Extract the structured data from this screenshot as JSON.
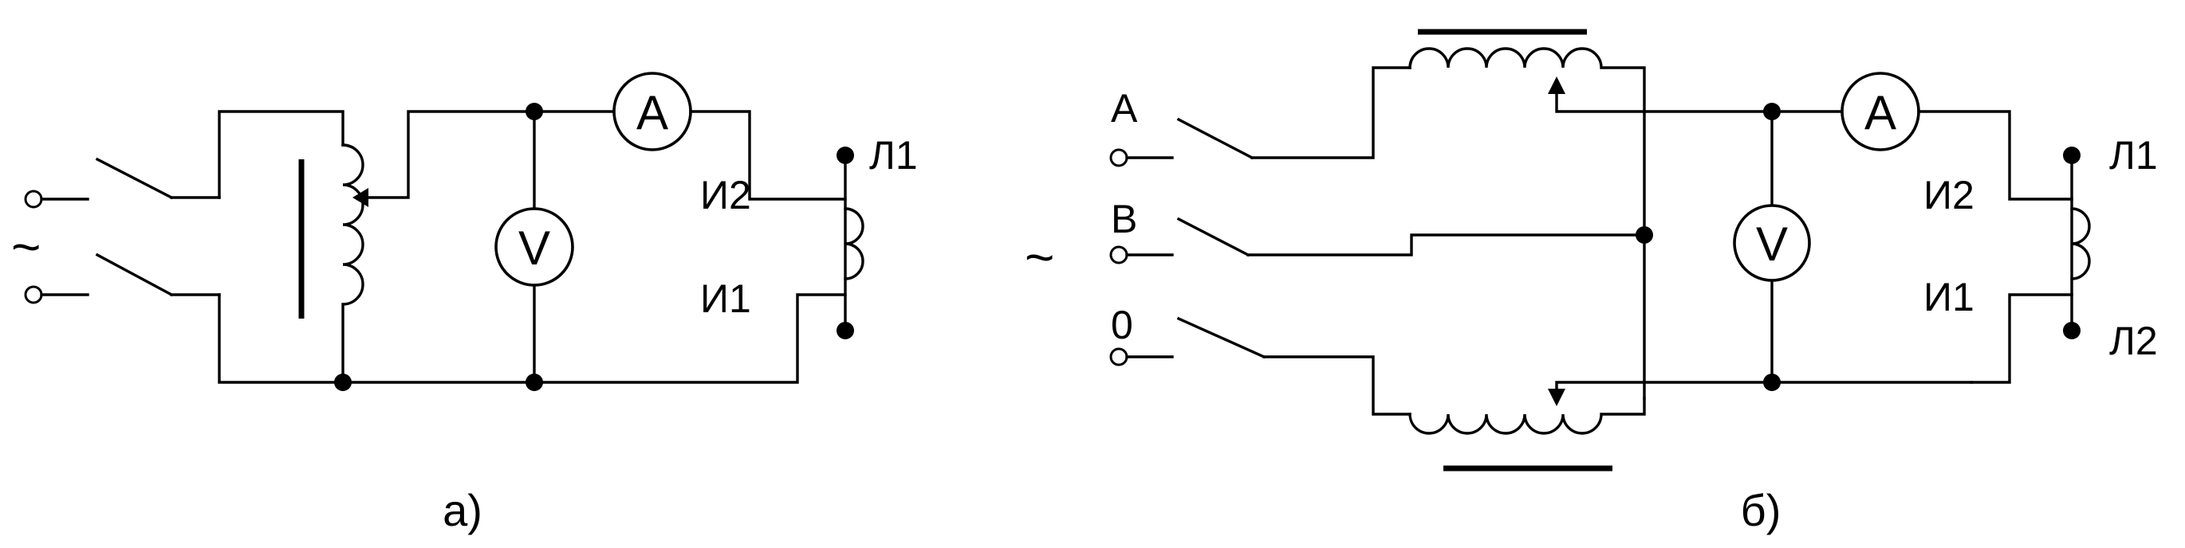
{
  "diagram_a": {
    "caption": "а)",
    "source_symbol": "~",
    "ammeter": "A",
    "voltmeter": "V",
    "label_i2": "И2",
    "label_i1": "И1",
    "label_l1": "Л1"
  },
  "diagram_b": {
    "caption": "б)",
    "source_symbol": "~",
    "phase_a": "A",
    "phase_b": "B",
    "neutral": "0",
    "ammeter": "A",
    "voltmeter": "V",
    "label_i2": "И2",
    "label_i1": "И1",
    "label_l1": "Л1",
    "label_l2": "Л2"
  }
}
